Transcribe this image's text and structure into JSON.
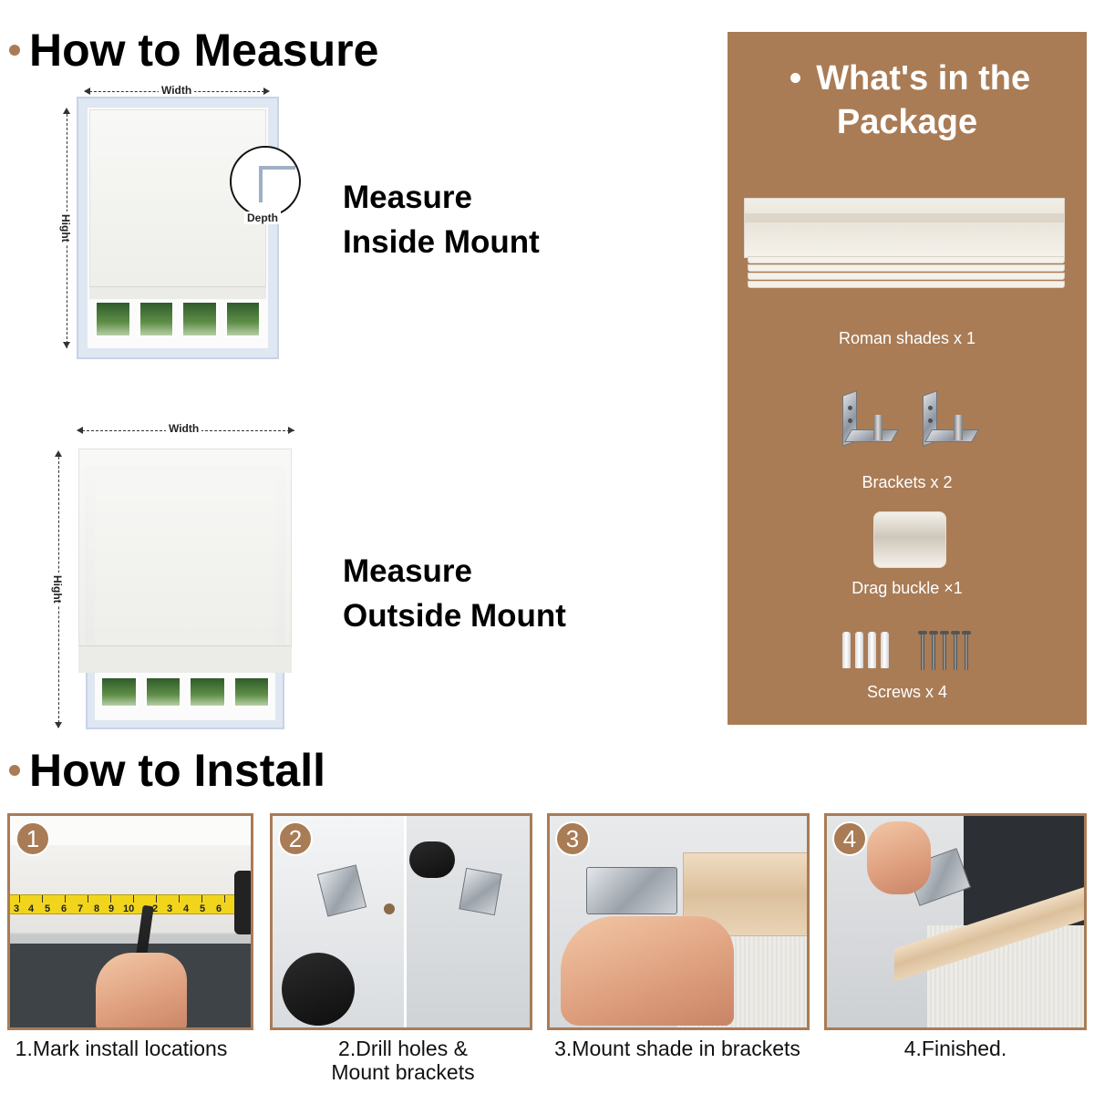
{
  "measure_section": {
    "title": "How to Measure",
    "inside": {
      "width_label": "Width",
      "height_label": "Hight",
      "depth_label": "Depth",
      "label_line1": "Measure",
      "label_line2": "Inside Mount"
    },
    "outside": {
      "width_label": "Width",
      "height_label": "Hight",
      "label_line1": "Measure",
      "label_line2": "Outside Mount"
    }
  },
  "package": {
    "title_line1": "What's in the",
    "title_line2": "Package",
    "bullet": "•",
    "items": [
      {
        "label": "Roman shades x 1"
      },
      {
        "label": "Brackets x 2"
      },
      {
        "label": "Drag buckle ×1"
      },
      {
        "label": "Screws x 4"
      }
    ]
  },
  "install_section": {
    "title": "How to Install",
    "steps": [
      {
        "number": "1",
        "caption_line1": "1.Mark install locations",
        "caption_line2": ""
      },
      {
        "number": "2",
        "caption_line1": "2.Drill holes &",
        "caption_line2": "Mount brackets"
      },
      {
        "number": "3",
        "caption_line1": "3.Mount shade in brackets",
        "caption_line2": ""
      },
      {
        "number": "4",
        "caption_line1": "4.Finished.",
        "caption_line2": ""
      }
    ],
    "tape_numbers_left": [
      "3",
      "4",
      "5",
      "6",
      "7",
      "8",
      "9",
      "10"
    ],
    "tape_numbers_right": [
      "2",
      "3",
      "4",
      "5",
      "6"
    ],
    "tape_big_numbers": [
      "2",
      "3",
      "4",
      "5",
      "6"
    ]
  },
  "colors": {
    "accent": "#a97c56",
    "panel_text": "#ffffff",
    "heading_text": "#000000"
  }
}
